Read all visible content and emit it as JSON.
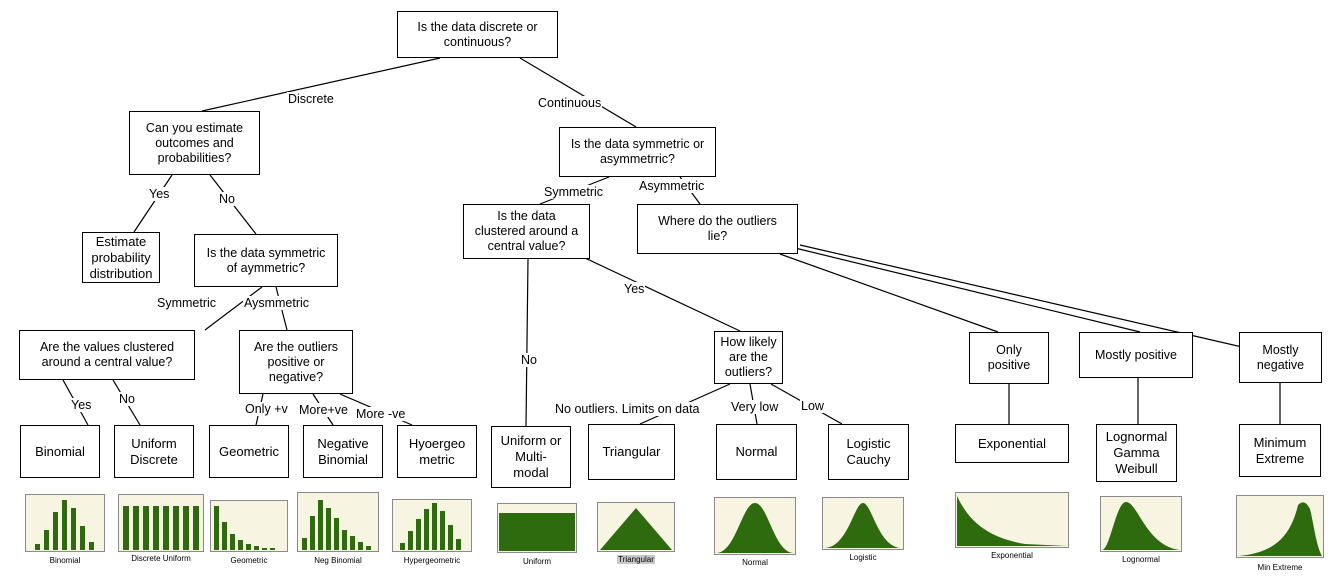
{
  "nodes": {
    "root": "Is the data discrete or\ncontinuous?",
    "estimate_q": "Can you estimate\noutcomes and\nprobabilities?",
    "estimate_dist": "Estimate\nprobability\ndistribution",
    "disc_sym_q": "Is the data symmetric\nof aymmetric?",
    "disc_cluster_q": "Are the values clustered\naround a central value?",
    "disc_outliers_q": "Are the outliers\npositive or\nnegative?",
    "cont_sym_q": "Is the data symmetric or\nasymmetrric?",
    "cont_cluster_q": "Is the data\nclustered around a\ncentral value?",
    "cont_outliers_q": "Where do the outliers\nlie?",
    "likely_q": "How likely\nare the\noutliers?",
    "only_pos": "Only\npositive",
    "mostly_pos": "Mostly positive",
    "mostly_neg": "Mostly\nnegative",
    "binomial": "Binomial",
    "uniform_discrete": "Uniform\nDiscrete",
    "geometric": "Geometric",
    "neg_binomial": "Negative\nBinomial",
    "hypergeo": "Hyoergeo\nmetric",
    "uniform_multi": "Uniform or\nMulti-\nmodal",
    "triangular": "Triangular",
    "normal": "Normal",
    "logistic": "Logistic\nCauchy",
    "exponential": "Exponential",
    "lognormal": "Lognormal\nGamma\nWeibull",
    "min_extreme": "Minimum\nExtreme"
  },
  "edge_labels": {
    "discrete": "Discrete",
    "continuous": "Continuous",
    "yes_est": "Yes",
    "no_est": "No",
    "symmetric_d": "Symmetric",
    "asymmetric_d": "Aysmmetric",
    "yes_bin": "Yes",
    "no_bin": "No",
    "only_pos_v": "Only +v",
    "more_pos": "More+ve",
    "more_neg": "More -ve",
    "symmetric_c": "Symmetric",
    "asymmetric_c": "Asymmetric",
    "no_uniform": "No",
    "yes_likely": "Yes",
    "no_outliers": "No outliers. Limits on data",
    "very_low": "Very low",
    "low": "Low"
  },
  "thumbnails": {
    "binomial": "Binomial",
    "discrete_uniform": "Discrete Uniform",
    "geometric": "Geometric",
    "neg_binomial": "Neg Binomial",
    "hypergeometric": "Hypergeometric",
    "uniform": "Uniform",
    "triangular": "Triangular",
    "normal": "Normal",
    "logistic": "Logistic",
    "exponential": "Exponential",
    "lognormal": "Lognormal",
    "min_extreme": "Min Extreme"
  },
  "colors": {
    "fill": "#2e6b0f",
    "panel": "#f7f5e2",
    "frame": "#8a8a8a"
  }
}
